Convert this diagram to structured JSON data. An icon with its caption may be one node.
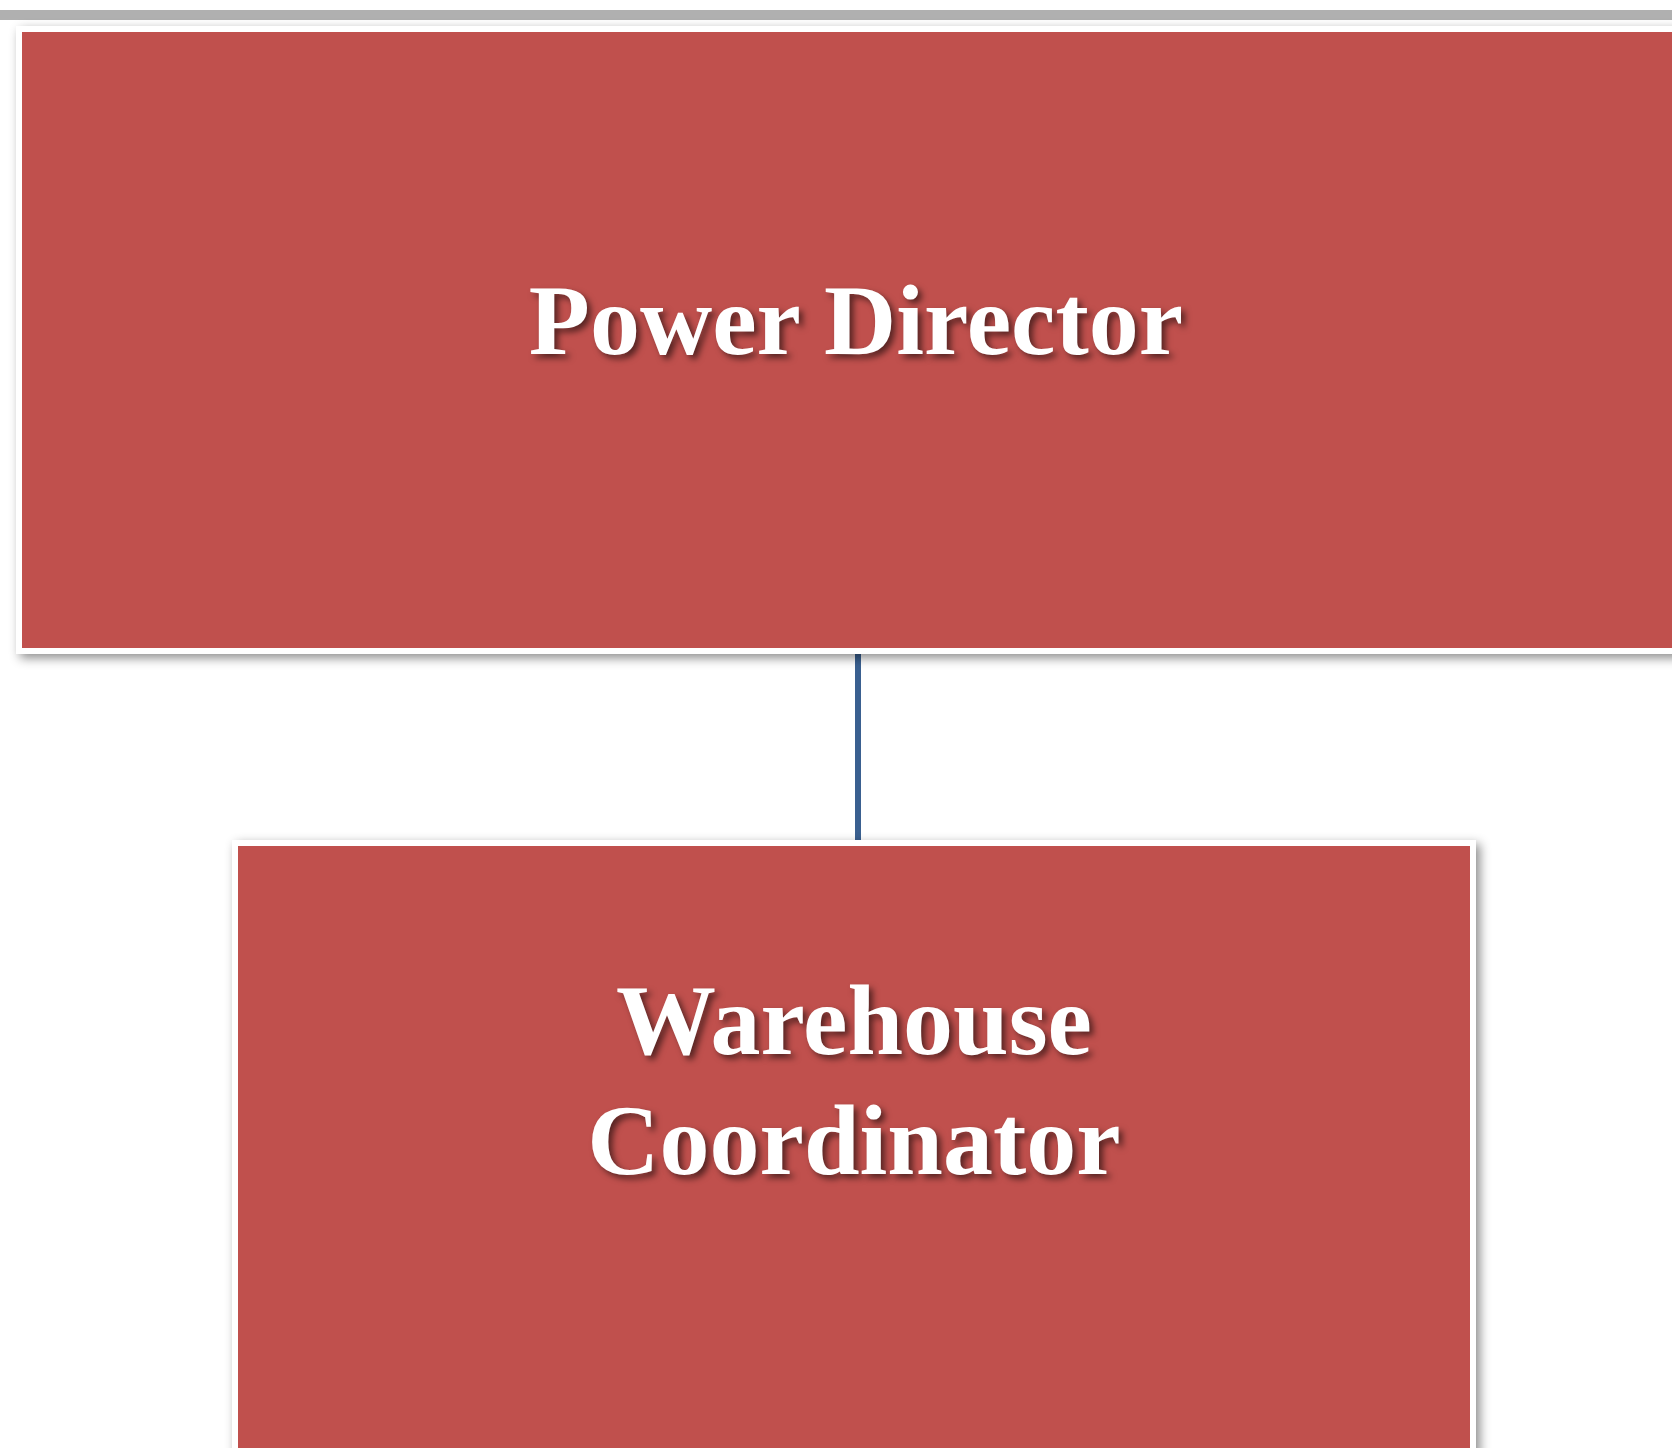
{
  "diagram": {
    "nodes": [
      {
        "text": [
          "Power Director"
        ]
      },
      {
        "text": [
          "Warehouse Coordinator"
        ]
      }
    ],
    "edges": [
      {
        "from": 0,
        "to": 1,
        "arrow": "none"
      }
    ]
  }
}
